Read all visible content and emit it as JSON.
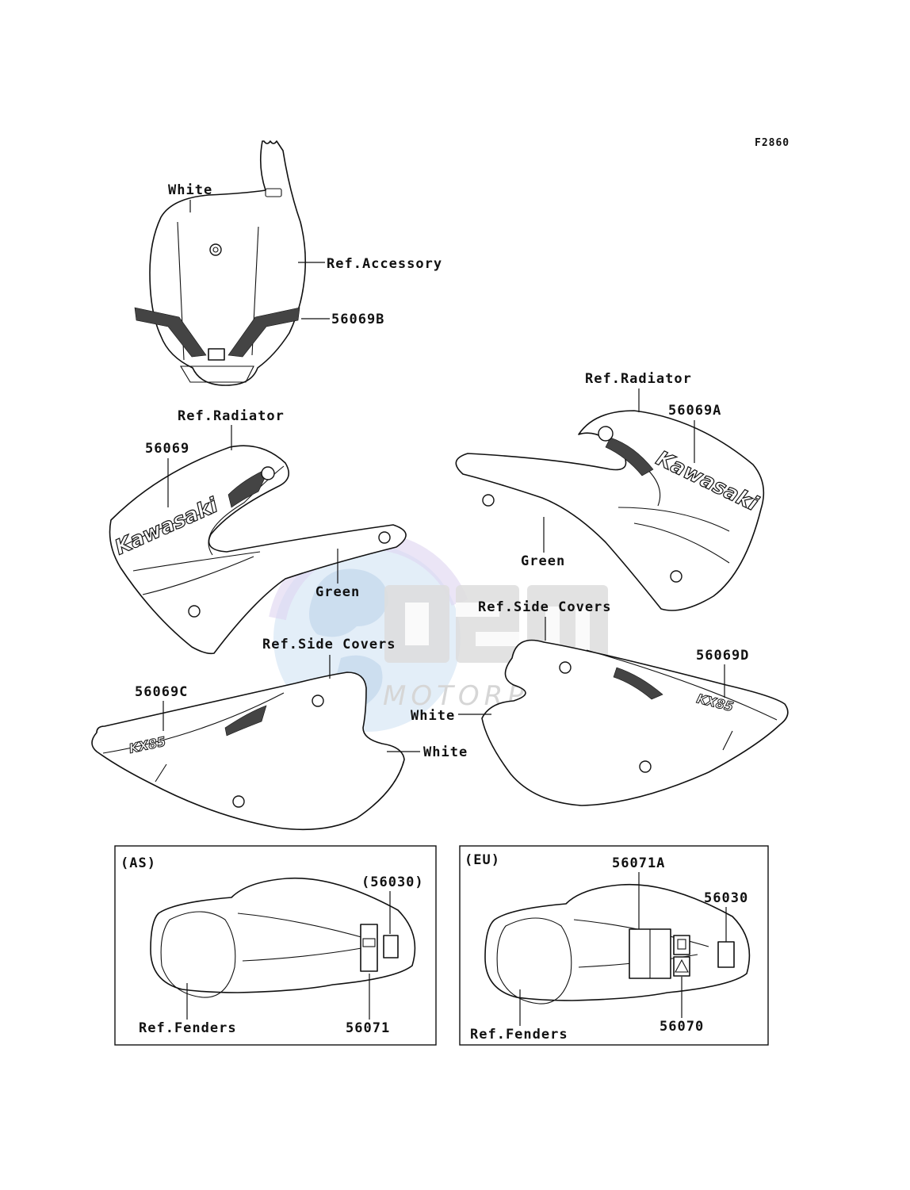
{
  "figure_code": "F2860",
  "number_plate": {
    "color_label": "White",
    "ref_label": "Ref.Accessory",
    "part_no": "56069B"
  },
  "shroud_left": {
    "ref_label": "Ref.Radiator",
    "part_no": "56069",
    "color_label": "Green",
    "logo_text": "Kawasaki"
  },
  "shroud_right": {
    "ref_label": "Ref.Radiator",
    "part_no": "56069A",
    "color_label": "Green",
    "logo_text": "Kawasaki"
  },
  "side_cover_left": {
    "ref_label": "Ref.Side Covers",
    "part_no": "56069C",
    "color_label": "White",
    "model_text": "KX85"
  },
  "side_cover_right": {
    "ref_label": "Ref.Side Covers",
    "part_no": "56069D",
    "color_label": "White",
    "model_text": "KX85"
  },
  "fender_as": {
    "region": "(AS)",
    "optional_part_no": "(56030)",
    "part_no": "56071",
    "ref_label": "Ref.Fenders"
  },
  "fender_eu": {
    "region": "(EU)",
    "part_no_a": "56071A",
    "part_no_b": "56030",
    "part_no_c": "56070",
    "ref_label": "Ref.Fenders"
  },
  "watermark": {
    "brand": "OSM",
    "tagline": "MOTORPARTS",
    "colors": {
      "globe": "#bcd6ef",
      "globe_ring": "#d3c6ec",
      "letters": "#d2d2d2"
    }
  },
  "colors": {
    "line": "#111111",
    "background": "#ffffff"
  }
}
